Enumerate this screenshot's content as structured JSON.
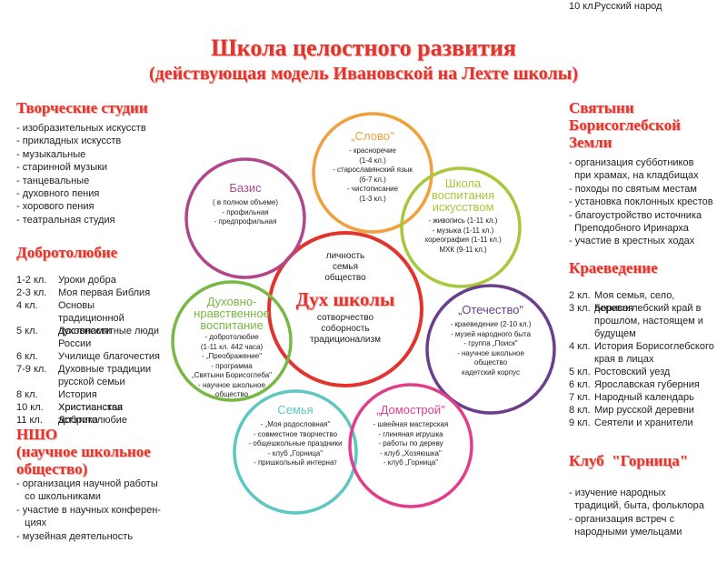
{
  "title": "Школа целостного развития",
  "subtitle": "(действующая модель Ивановской на Лехте школы)",
  "left": {
    "studios": {
      "heading": "Творческие студии",
      "items": [
        "- изобразительных искусств",
        "- прикладных искусств",
        "- музыкальные",
        "- старинной музыки",
        "- танцевальные",
        "- духовного пения",
        "- хорового пения",
        "- театральная студия"
      ]
    },
    "virtue": {
      "heading": "Добротолюбие",
      "rows": [
        {
          "n": "1-2 кл.",
          "t": "Уроки добра"
        },
        {
          "n": "2-3 кл.",
          "t": "Моя первая Библия"
        },
        {
          "n": "4 кл.",
          "t": "Основы традиционной духовности"
        },
        {
          "n": "5 кл.",
          "t": "Достопамятные люди России"
        },
        {
          "n": "6 кл.",
          "t": "Училище благочестия"
        },
        {
          "n": "7-9 кл.",
          "t": "Духовные традиции русской семьи"
        },
        {
          "n": "8 кл.",
          "t": "История Христианства"
        },
        {
          "n": "10 кл.",
          "t": "Христианская эстэтика"
        },
        {
          "n": "11 кл.",
          "t": "Добротолюбие"
        }
      ]
    },
    "nsho": {
      "heading_line1": "НШО",
      "heading_line2": "(научное школьное",
      "heading_line3": "общество)",
      "items": [
        "- организация научной работы",
        "   со школьниками",
        "- участие в научных конферен-",
        "   циях",
        "- музейная деятельность"
      ]
    }
  },
  "right": {
    "shrines": {
      "heading_line1": "Святыни",
      "heading_line2": "Борисоглебской",
      "heading_line3": "Земли",
      "items": [
        "- организация субботников",
        "  при храмах, на кладбищах",
        "- походы по святым местам",
        "- установка поклонных крестов",
        "- благоустройство источника",
        "  Преподобного Иринарха",
        "- участие в крестных ходах"
      ]
    },
    "local": {
      "heading": "Краеведение",
      "rows": [
        {
          "n": "2 кл.",
          "t": "Моя семья, село, деревня"
        },
        {
          "n": "3 кл.",
          "t": "Борисоглебский край в прошлом, настоящем и будущем"
        },
        {
          "n": "4 кл.",
          "t": "История Борисоглебского края в лицах"
        },
        {
          "n": "5 кл.",
          "t": "Ростовский уезд"
        },
        {
          "n": "6 кл.",
          "t": "Ярославская губерния"
        },
        {
          "n": "7 кл.",
          "t": "Народный календарь"
        },
        {
          "n": "8 кл.",
          "t": "Мир русской деревни"
        },
        {
          "n": "9 кл.",
          "t": "Сеятели и хранители"
        },
        {
          "n": "10 кл.",
          "t": "Русский народ"
        }
      ]
    },
    "club": {
      "heading": "Клуб  \"Горница\"",
      "items": [
        "- изучение народных",
        "  традиций, быта, фольклора",
        "- организация встреч с",
        "  народными умельцами"
      ]
    }
  },
  "circles": {
    "slovo": {
      "title": "„Слово\"",
      "lines": [
        "- красноречие",
        "(1-4 кл.)",
        "- старославянский язык",
        "(6-7 кл.)",
        "- чистописание",
        "(1-3 кл.)"
      ],
      "color": "#f0a03c"
    },
    "bazis": {
      "title": "Базис",
      "lines": [
        "( в полном объеме)",
        "- профильная",
        "- предпрофильная"
      ],
      "color": "#b0468c"
    },
    "shkola": {
      "title": "Школа воспитания искусством",
      "lines": [
        "- живопись (1-11 кл.)",
        "- музыка (1-11 кл.)",
        "хореография (1-11 кл.)",
        "МХК (9-11 кл.)"
      ],
      "color": "#a8c83c"
    },
    "center": {
      "top_lines": [
        "личность",
        "семья",
        "общество"
      ],
      "title": "Дух школы",
      "bottom_lines": [
        "сотворчество",
        "соборность",
        "традиционализм"
      ],
      "color": "#e2342c"
    },
    "duh": {
      "title": "Духовно-нравственное воспитание",
      "lines": [
        "- добротолюбие",
        "(1-11 кл. 442 часа)",
        "- „Преображение\"",
        "- программа",
        "„Святыни Борисоглеба\"",
        "- научное школьное",
        "общество"
      ],
      "color": "#7ab846"
    },
    "otech": {
      "title": "„Отечество\"",
      "lines": [
        "- краеведение (2-10 кл.)",
        "- музей народного быта",
        "- группа „Поиск\"",
        "- научное школьное",
        "общество",
        "кадетский корпус"
      ],
      "color": "#6a3e8c"
    },
    "semya": {
      "title": "Семья",
      "lines": [
        "- „Моя родословная\"",
        "- совместное творчество",
        "- общешкольные праздники",
        "- клуб „Горница\"",
        "- пришкольный интернат"
      ],
      "color": "#5cc8c0"
    },
    "domo": {
      "title": "„Домострой\"",
      "lines": [
        "- швейная мастерская",
        "- глиняная игрушка",
        "- работы по дереву",
        "- клуб „Хозяюшка\"",
        "- клуб „Горница\""
      ],
      "color": "#e23c8c"
    }
  }
}
